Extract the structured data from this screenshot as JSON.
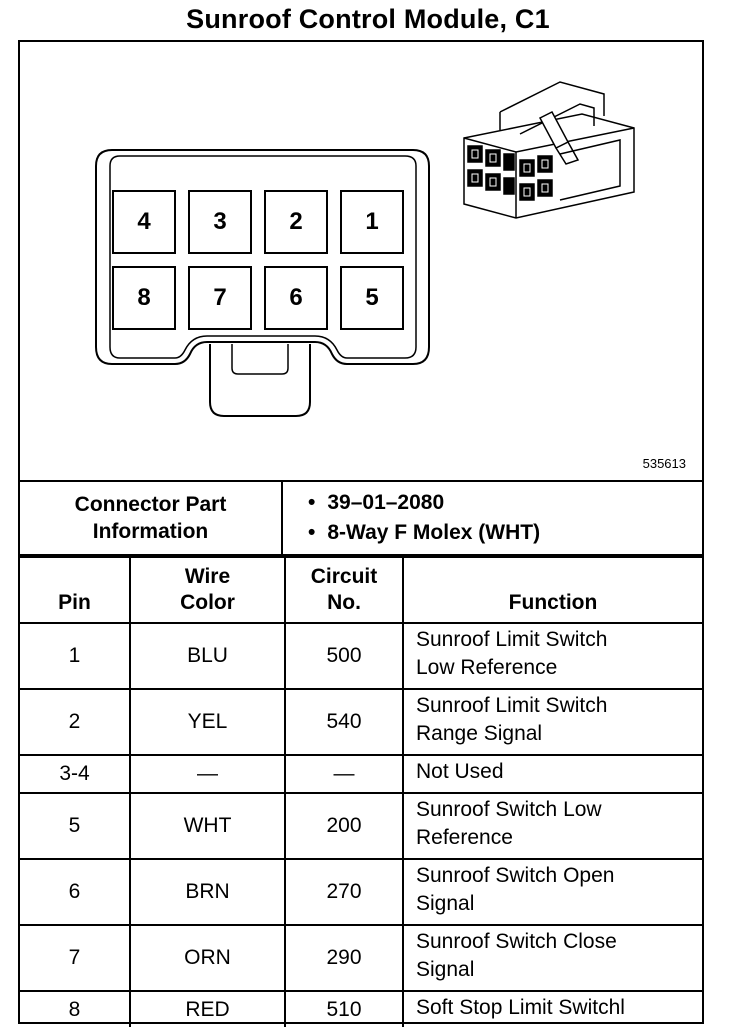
{
  "title": "Sunroof Control Module, C1",
  "diagram": {
    "reference_number": "535613",
    "pins": [
      "4",
      "3",
      "2",
      "1",
      "8",
      "7",
      "6",
      "5"
    ]
  },
  "connector_info": {
    "label_line1": "Connector Part",
    "label_line2": "Information",
    "items": [
      "39–01–2080",
      "8-Way F Molex (WHT)"
    ],
    "bullet": "•"
  },
  "table": {
    "headers": {
      "pin": "Pin",
      "wire_color_1": "Wire",
      "wire_color_2": "Color",
      "circuit_1": "Circuit",
      "circuit_2": "No.",
      "function": "Function"
    },
    "rows": [
      {
        "pin": "1",
        "wire": "BLU",
        "circuit": "500",
        "func1": "Sunroof Limit Switch",
        "func2": "Low Reference"
      },
      {
        "pin": "2",
        "wire": "YEL",
        "circuit": "540",
        "func1": "Sunroof Limit Switch",
        "func2": "Range Signal"
      },
      {
        "pin": "3-4",
        "wire": "—",
        "circuit": "—",
        "func1": "Not Used",
        "func2": ""
      },
      {
        "pin": "5",
        "wire": "WHT",
        "circuit": "200",
        "func1": "Sunroof Switch Low",
        "func2": "Reference"
      },
      {
        "pin": "6",
        "wire": "BRN",
        "circuit": "270",
        "func1": "Sunroof Switch Open",
        "func2": "Signal"
      },
      {
        "pin": "7",
        "wire": "ORN",
        "circuit": "290",
        "func1": "Sunroof Switch Close",
        "func2": "Signal"
      },
      {
        "pin": "8",
        "wire": "RED",
        "circuit": "510",
        "func1": "Soft Stop Limit Switchl",
        "func2": ""
      }
    ]
  }
}
